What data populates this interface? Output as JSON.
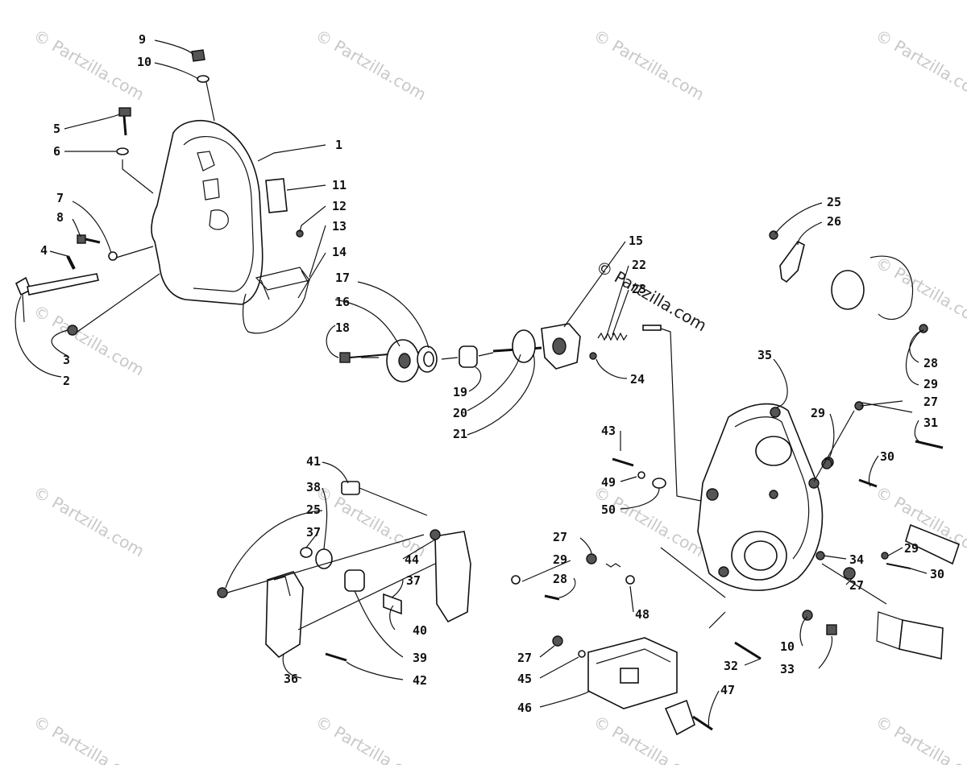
{
  "watermark": "© Partzilla.com",
  "callouts": {
    "c1": "1",
    "c2": "2",
    "c3": "3",
    "c4": "4",
    "c5": "5",
    "c6": "6",
    "c7": "7",
    "c8": "8",
    "c9": "9",
    "c10": "10",
    "c11": "11",
    "c12": "12",
    "c13": "13",
    "c14": "14",
    "c15": "15",
    "c16": "16",
    "c17": "17",
    "c18": "18",
    "c19": "19",
    "c20": "20",
    "c21": "21",
    "c22": "22",
    "c23": "23",
    "c24": "24",
    "c25": "25",
    "c26": "26",
    "c27": "27",
    "c28": "28",
    "c29": "29",
    "c30": "30",
    "c31": "31",
    "c32": "32",
    "c33": "33",
    "c34": "34",
    "c35": "35",
    "c36": "36",
    "c37": "37",
    "c38": "38",
    "c39": "39",
    "c40": "40",
    "c41": "41",
    "c42": "42",
    "c43": "43",
    "c44": "44",
    "c45": "45",
    "c46": "46",
    "c47": "47",
    "c48": "48",
    "c49": "49",
    "c50": "50"
  }
}
